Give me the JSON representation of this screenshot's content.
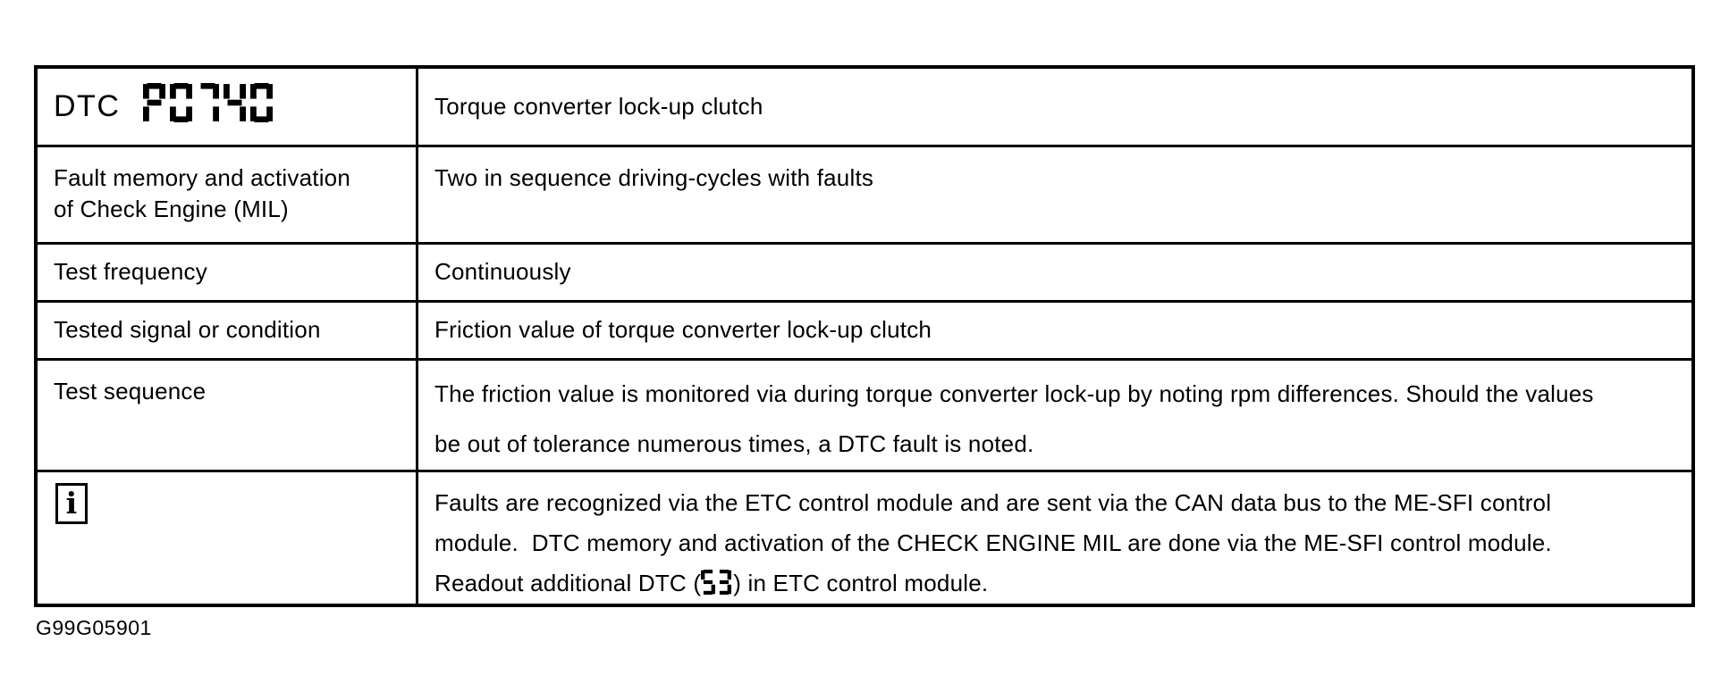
{
  "page": {
    "figure_id": "G99G05901"
  },
  "colors": {
    "ink": "#000000",
    "paper": "#ffffff"
  },
  "icons": {
    "info": "i"
  },
  "table": {
    "dtc_row": {
      "label_prefix": "DTC",
      "code": "P0740",
      "description": "Torque converter lock-up clutch"
    },
    "rows": [
      {
        "label": "Fault memory and activation of Check Engine (MIL)",
        "value": "Two in sequence driving-cycles with faults"
      },
      {
        "label": "Test frequency",
        "value": "Continuously"
      },
      {
        "label": "Tested signal or condition",
        "value": "Friction value of torque converter lock-up clutch"
      },
      {
        "label": "Test sequence",
        "value": "The friction value is monitored via during torque converter lock-up by noting rpm differences. Should the values be out of tolerance numerous times, a DTC fault is noted."
      }
    ],
    "info_row": {
      "text_before": "Faults are recognized via the ETC control module and are sent via the CAN data bus to the ME-SFI control module.  DTC memory and activation of the CHECK ENGINE MIL are done via the ME-SFI control module.  Readout additional DTC (",
      "code": "53",
      "text_after": ") in ETC control module."
    }
  }
}
